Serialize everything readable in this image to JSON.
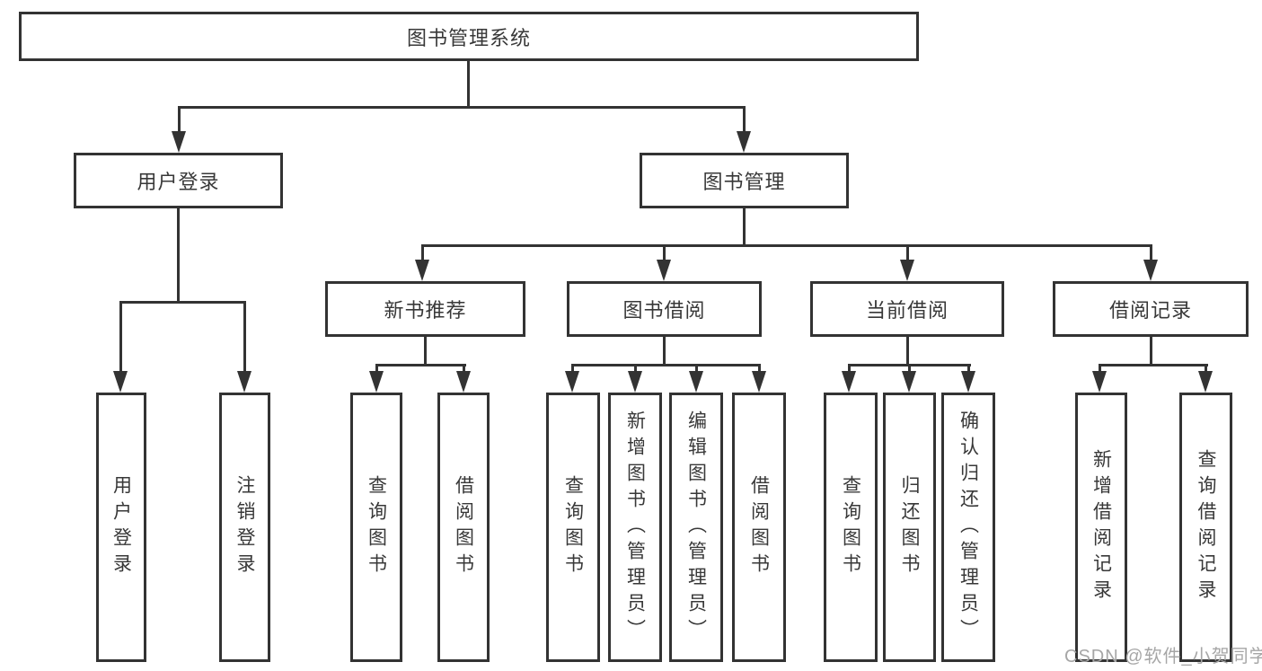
{
  "diagram": {
    "title_node": {
      "label": "图书管理系统"
    },
    "level2": [
      {
        "label": "用户登录"
      },
      {
        "label": "图书管理"
      }
    ],
    "level3": [
      {
        "label": "新书推荐"
      },
      {
        "label": "图书借阅"
      },
      {
        "label": "当前借阅"
      },
      {
        "label": "借阅记录"
      }
    ],
    "leaves": {
      "user_login": [
        {
          "label": "用户登录"
        },
        {
          "label": "注销登录"
        }
      ],
      "new_book": [
        {
          "label": "查询图书"
        },
        {
          "label": "借阅图书"
        }
      ],
      "book_borrow": [
        {
          "label": "查询图书"
        },
        {
          "label": "新增图书（管理员）"
        },
        {
          "label": "编辑图书（管理员）"
        },
        {
          "label": "借阅图书"
        }
      ],
      "current_borrow": [
        {
          "label": "查询图书"
        },
        {
          "label": "归还图书"
        },
        {
          "label": "确认归还（管理员）"
        }
      ],
      "borrow_record": [
        {
          "label": "新增借阅记录"
        },
        {
          "label": "查询借阅记录"
        }
      ]
    },
    "watermark": "CSDN @软件_小贺同学",
    "colors": {
      "line": "#333333",
      "text": "#383838",
      "background": "#ffffff",
      "watermark_text": "#a6a6a6"
    }
  }
}
